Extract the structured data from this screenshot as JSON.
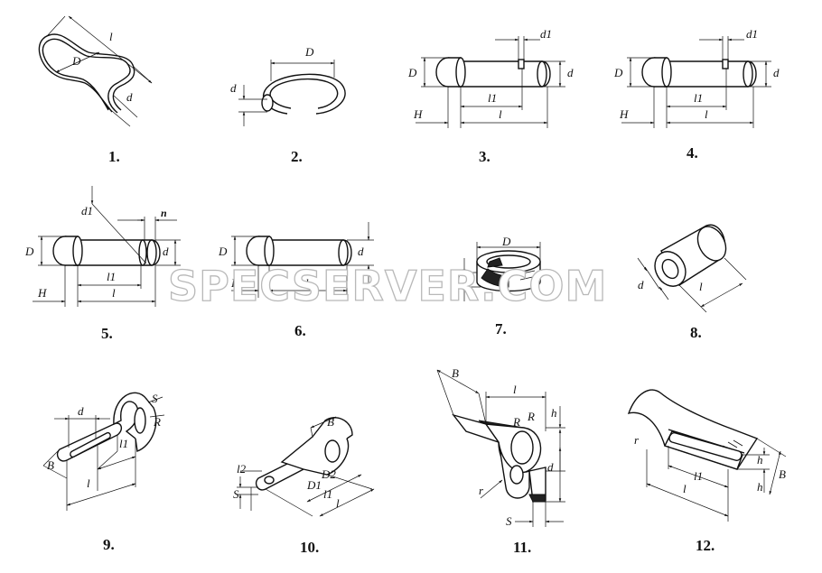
{
  "figures": [
    {
      "label": "1.",
      "dims": [
        "l",
        "D",
        "d"
      ]
    },
    {
      "label": "2.",
      "dims": [
        "D",
        "d"
      ]
    },
    {
      "label": "3.",
      "dims": [
        "d1",
        "D",
        "d",
        "H",
        "l1",
        "l"
      ]
    },
    {
      "label": "4.",
      "dims": [
        "d1",
        "D",
        "d",
        "H",
        "l1",
        "l"
      ]
    },
    {
      "label": "5.",
      "dims": [
        "d1",
        "n",
        "D",
        "d",
        "H",
        "l1",
        "l"
      ]
    },
    {
      "label": "6.",
      "dims": [
        "D",
        "d",
        "H",
        "l"
      ]
    },
    {
      "label": "7.",
      "dims": [
        "D",
        "H"
      ]
    },
    {
      "label": "8.",
      "dims": [
        "d",
        "l"
      ]
    },
    {
      "label": "9.",
      "dims": [
        "d",
        "S",
        "R",
        "B",
        "l1",
        "l"
      ]
    },
    {
      "label": "10.",
      "dims": [
        "B",
        "l2",
        "S",
        "D2",
        "D1",
        "l1",
        "l"
      ]
    },
    {
      "label": "11.",
      "dims": [
        "B",
        "l",
        "R",
        "R",
        "h",
        "d",
        "r",
        "S"
      ]
    },
    {
      "label": "12.",
      "dims": [
        "r",
        "l1",
        "l",
        "h",
        "h",
        "B"
      ]
    }
  ],
  "watermark": "SPECSERVER.COM"
}
